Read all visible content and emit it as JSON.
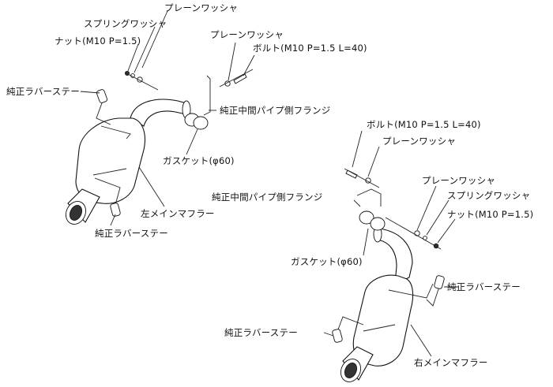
{
  "left_assembly": {
    "plain_washer_top": "プレーンワッシャ",
    "spring_washer": "スプリングワッシャ",
    "nut": "ナット(M10 P=1.5)",
    "plain_washer_bolt": "プレーンワッシャ",
    "bolt": "ボルト(M10 P=1.5 L=40)",
    "rubber_stay_upper": "純正ラバーステー",
    "mid_pipe_flange": "純正中間パイプ側フランジ",
    "gasket": "ガスケット(φ60)",
    "muffler": "左メインマフラー",
    "rubber_stay_lower": "純正ラバーステー"
  },
  "right_assembly": {
    "bolt": "ボルト(M10 P=1.5 L=40)",
    "plain_washer_bolt": "プレーンワッシャ",
    "mid_pipe_flange": "純正中間パイプ側フランジ",
    "plain_washer_nut": "プレーンワッシャ",
    "spring_washer": "スプリングワッシャ",
    "nut": "ナット(M10 P=1.5)",
    "gasket": "ガスケット(φ60)",
    "rubber_stay_right": "純正ラバーステー",
    "rubber_stay_left": "純正ラバーステー",
    "muffler": "右メインマフラー"
  }
}
